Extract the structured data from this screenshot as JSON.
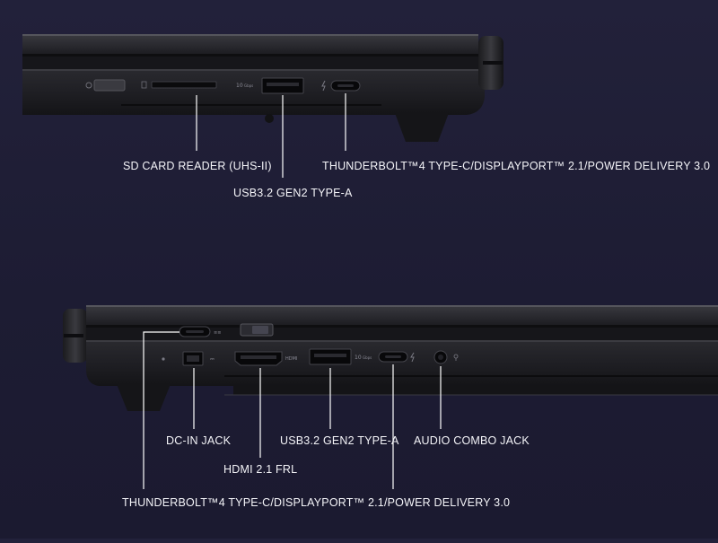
{
  "top_laptop": {
    "labels": {
      "sd_card_reader": "SD CARD READER (UHS-II)",
      "usb_a": "USB3.2 GEN2 TYPE-A",
      "thunderbolt": "THUNDERBOLT™4 TYPE-C/DISPLAYPORT™ 2.1/POWER DELIVERY 3.0"
    },
    "port_marks": {
      "usb_a": "10",
      "usb_a_unit": "Gbps"
    }
  },
  "bottom_laptop": {
    "labels": {
      "dc_in": "DC-IN JACK",
      "hdmi": "HDMI 2.1 FRL",
      "usb_a": "USB3.2 GEN2 TYPE-A",
      "audio": "AUDIO COMBO JACK",
      "thunderbolt": "THUNDERBOLT™4 TYPE-C/DISPLAYPORT™ 2.1/POWER DELIVERY 3.0"
    },
    "port_marks": {
      "hdmi": "HDMI",
      "usb_a": "10",
      "usb_a_unit": "Gbps"
    }
  },
  "colors": {
    "background": "#1d1c33",
    "chassis": "#1a1a1e",
    "callout_line": "#ffffff",
    "label_text": "#f4f4f8"
  }
}
